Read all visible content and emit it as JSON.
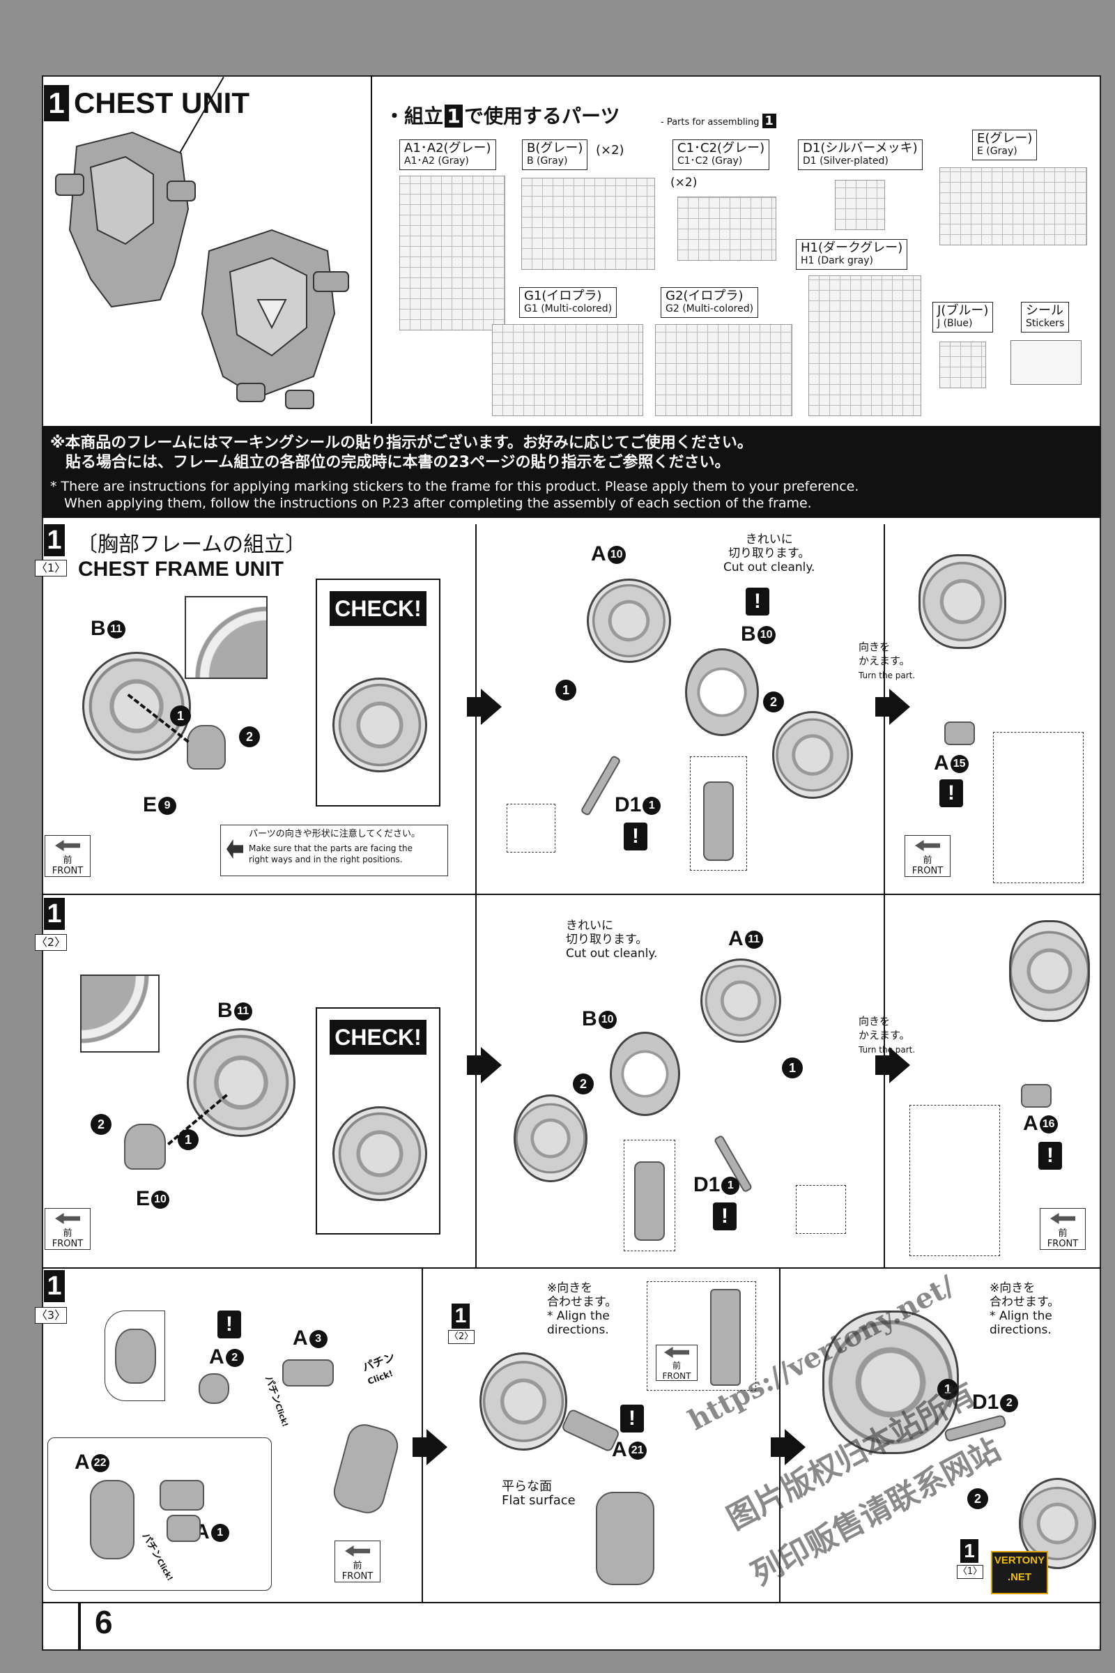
{
  "header": {
    "section_number": "1",
    "title": "CHEST UNIT",
    "parts_heading_jp": "・組立",
    "parts_heading_num": "1",
    "parts_heading_jp2": "で使用するパーツ",
    "parts_heading_en": "- Parts for assembling",
    "parts_heading_en_num": "1"
  },
  "parts": [
    {
      "jp": "A1･A2(グレー)",
      "en": "A1･A2 (Gray)",
      "qty": ""
    },
    {
      "jp": "B(グレー)",
      "en": "B (Gray)",
      "qty": "(×2)"
    },
    {
      "jp": "C1･C2(グレー)",
      "en": "C1･C2 (Gray)",
      "qty": "(×2)"
    },
    {
      "jp": "D1(シルバーメッキ)",
      "en": "D1 (Silver-plated)",
      "qty": ""
    },
    {
      "jp": "E(グレー)",
      "en": "E (Gray)",
      "qty": ""
    },
    {
      "jp": "H1(ダークグレー)",
      "en": "H1 (Dark gray)",
      "qty": ""
    },
    {
      "jp": "G1(イロプラ)",
      "en": "G1 (Multi-colored)",
      "qty": ""
    },
    {
      "jp": "G2(イロプラ)",
      "en": "G2 (Multi-colored)",
      "qty": ""
    },
    {
      "jp": "J(ブルー)",
      "en": "J (Blue)",
      "qty": ""
    },
    {
      "jp": "シール",
      "en": "Stickers",
      "qty": ""
    }
  ],
  "notice": {
    "jp1": "※本商品のフレームにはマーキングシールの貼り指示がございます。お好みに応じてご使用ください。",
    "jp2": "貼る場合には、フレーム組立の各部位の完成時に本書の23ページの貼り指示をご参照ください。",
    "en1": "* There are instructions for applying marking stickers to the frame for this product. Please apply them to your preference.",
    "en2": "When applying them, follow the instructions on P.23 after completing the assembly of each section of the frame."
  },
  "step1": {
    "num": "1",
    "title_jp": "〔胸部フレームの組立〕",
    "sub": "〈1〉",
    "title_en": "CHEST FRAME UNIT",
    "labels": {
      "b11": "B",
      "b11n": "11",
      "e9": "E",
      "e9n": "9",
      "a10": "A",
      "a10n": "10",
      "b10": "B",
      "b10n": "10",
      "d1": "D1",
      "d1n": "1",
      "a15": "A",
      "a15n": "15"
    },
    "check": "CHECK!",
    "cut_jp1": "きれいに",
    "cut_jp2": "切り取ります。",
    "cut_en": "Cut out cleanly.",
    "turn_jp1": "向きを",
    "turn_jp2": "かえます。",
    "turn_en": "Turn the part.",
    "caution_jp": "パーツの向きや形状に注意してください。",
    "caution_en1": "Make sure that the parts are facing the",
    "caution_en2": "right ways and in the right positions.",
    "front_jp": "前",
    "front_en": "FRONT"
  },
  "step2": {
    "num": "1",
    "sub": "〈2〉",
    "labels": {
      "b11": "B",
      "b11n": "11",
      "e10": "E",
      "e10n": "10",
      "a11": "A",
      "a11n": "11",
      "b10": "B",
      "b10n": "10",
      "d1": "D1",
      "d1n": "1",
      "a16": "A",
      "a16n": "16"
    },
    "check": "CHECK!",
    "cut_jp1": "きれいに",
    "cut_jp2": "切り取ります。",
    "cut_en": "Cut out cleanly.",
    "turn_jp1": "向きを",
    "turn_jp2": "かえます。",
    "turn_en": "Turn the part.",
    "front_jp": "前",
    "front_en": "FRONT"
  },
  "step3": {
    "num": "1",
    "sub": "〈3〉",
    "labels": {
      "a2": "A",
      "a2n": "2",
      "a3": "A",
      "a3n": "3",
      "a22": "A",
      "a22n": "22",
      "a1": "A",
      "a1n": "1",
      "a21": "A",
      "a21n": "21",
      "d12": "D1",
      "d12n": "2"
    },
    "click_jp": "パチン",
    "click_en": "Click!",
    "align_jp1": "※向きを",
    "align_jp2": "合わせます。",
    "align_en1": "* Align the",
    "align_en2": "directions.",
    "flat_jp": "平らな面",
    "flat_en": "Flat surface",
    "ref2_num": "1",
    "ref2_sub": "〈2〉",
    "ref1_num": "1",
    "ref1_sub": "〈1〉",
    "front_jp": "前",
    "front_en": "FRONT"
  },
  "watermark": {
    "url": "https://vertony.net/",
    "cn1": "图片版权归本站所有",
    "cn2": "列印贩售请联系网站",
    "badge1": "VERTONY",
    "badge2": ".NET"
  },
  "page_number": "6"
}
